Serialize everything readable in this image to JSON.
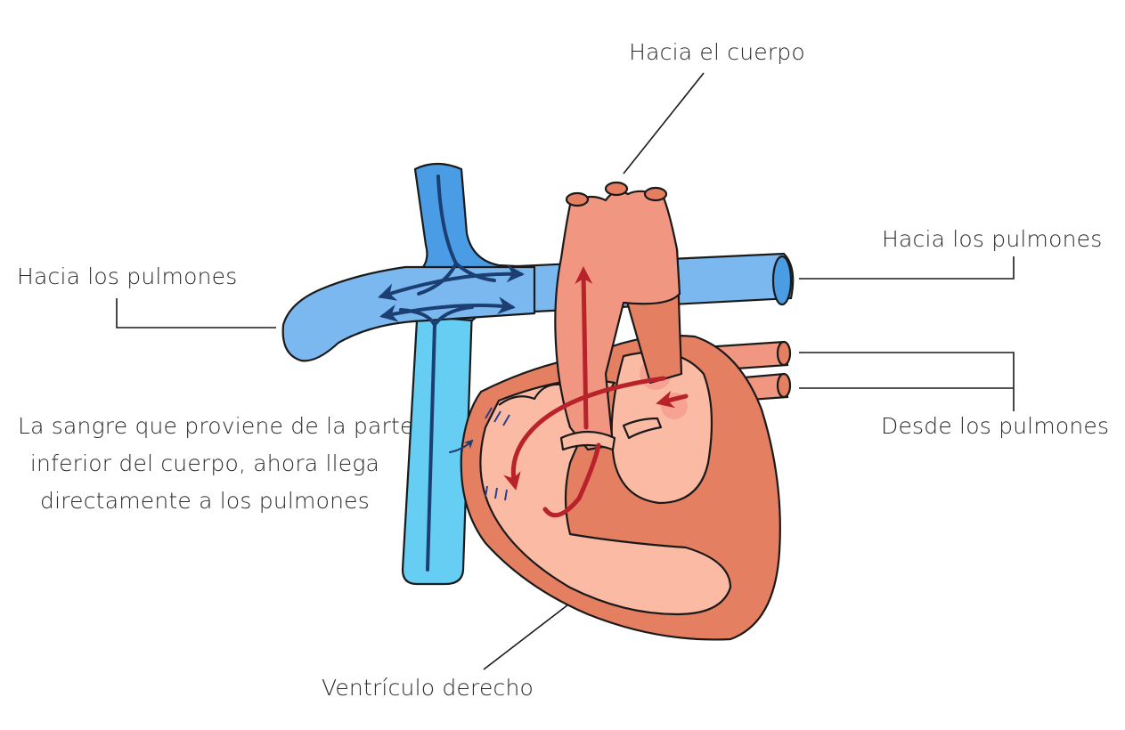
{
  "labels": {
    "to_body": "Hacia el cuerpo",
    "to_lungs_left": "Hacia los pulmones",
    "to_lungs_right": "Hacia los pulmones",
    "from_lungs": "Desde los pulmones",
    "lower_body_blood": [
      "La sangre que proviene de la parte",
      "inferior del cuerpo, ahora llega",
      "directamente a los pulmones"
    ],
    "right_ventricle": "Ventrículo derecho"
  },
  "colors": {
    "vein_blue": "#7ab8ef",
    "vein_blue_light": "#66cdf3",
    "vein_blue_dark": "#4a9de4",
    "vein_arrow": "#1c3f73",
    "heart_outer": "#e57f61",
    "heart_inner": "#fabaa4",
    "aorta": "#f19680",
    "arrow_red": "#b8222a",
    "outline": "#1a1a1a"
  }
}
